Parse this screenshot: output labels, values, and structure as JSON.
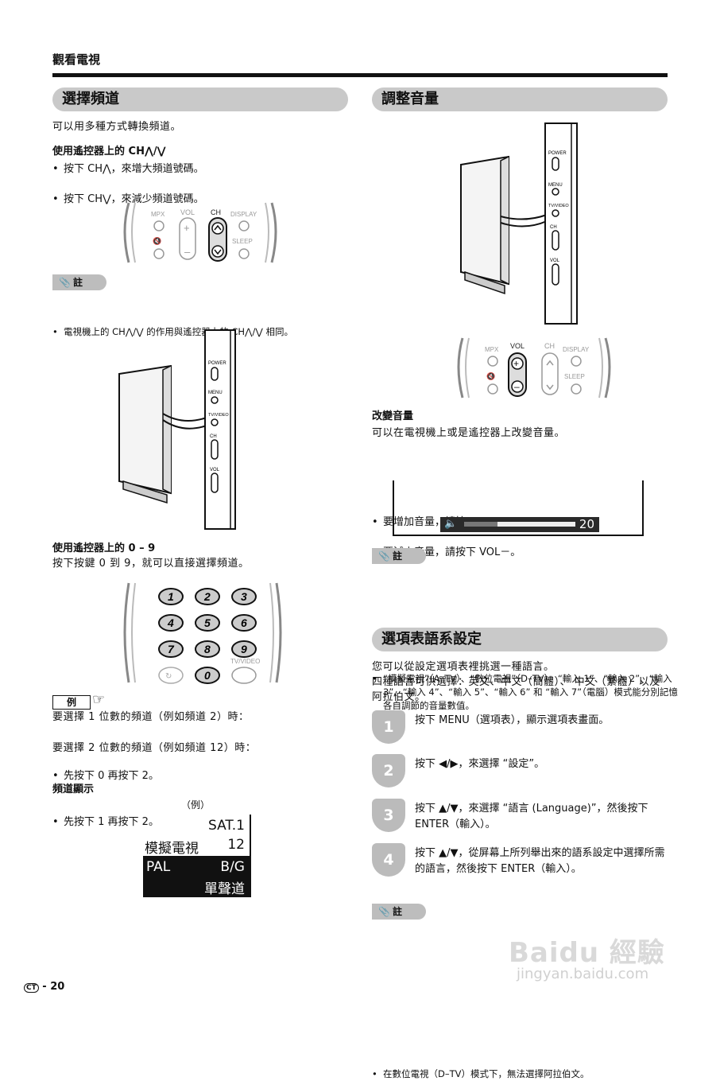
{
  "page": {
    "running_title": "觀看電視",
    "page_number": "20",
    "page_prefix": "CT",
    "watermark_brand": "Baidu 經驗",
    "watermark_url": "jingyan.baidu.com"
  },
  "left": {
    "heading": "選擇頻道",
    "intro": "可以用多種方式轉換頻道。",
    "sub1": "使用遙控器上的 CH⋀/⋁",
    "bullets1": [
      "按下 CH⋀，來增大頻道號碼。",
      "按下 CH⋁，來減少頻道號碼。"
    ],
    "remote1": {
      "mpx": "MPX",
      "vol": "VOL",
      "ch": "CH",
      "display": "DISPLAY",
      "sleep": "SLEEP"
    },
    "note_label": "註",
    "note1": "電視機上的 CH⋀/⋁ 的作用與遙控器上的 CH⋀/⋁ 相同。",
    "tv_side": {
      "power": "POWER",
      "menu": "MENU",
      "tvvideo": "TV/VIDEO",
      "ch": "CH",
      "vol": "VOL"
    },
    "sub2": "使用遙控器上的 0 – 9",
    "text2": "按下按鍵 0 到 9，就可以直接選擇頻道。",
    "keypad": [
      "1",
      "2",
      "3",
      "4",
      "5",
      "6",
      "7",
      "8",
      "9",
      "0"
    ],
    "keypad_tvvideo": "TV/VIDEO",
    "example_label": "例",
    "example_lines": [
      "要選擇 1 位數的頻道（例如頻道 2）時：",
      "先按下 0 再按下 2。",
      "要選擇 2 位數的頻道（例如頻道 12）時：",
      "先按下 1 再按下 2。"
    ],
    "sub3": "頻道顯示",
    "display_caption": "（例）",
    "display": {
      "sat": "SAT.1",
      "mode": "模擬電視",
      "ch": "12",
      "system": "PAL",
      "band": "B/G",
      "audio": "單聲道"
    }
  },
  "right": {
    "heading1": "調整音量",
    "tv_side": {
      "power": "POWER",
      "menu": "MENU",
      "tvvideo": "TV/VIDEO",
      "ch": "CH",
      "vol": "VOL"
    },
    "remote2": {
      "mpx": "MPX",
      "vol": "VOL",
      "ch": "CH",
      "display": "DISPLAY",
      "sleep": "SLEEP"
    },
    "sub1": "改變音量",
    "text1": "可以在電視機上或是遙控器上改變音量。",
    "bullets1": [
      "要增加音量，請按下 VOL＋。",
      "要減少音量，請按下 VOL－。"
    ],
    "volume_value": "20",
    "volume_level": 0.3,
    "note_label": "註",
    "note1": "“模擬電視”（A–TV）、“數位電視”（D–TV）、“輸入 1”、“輸入 2”、“輸入 3”、“輸入 4”、“輸入 5”、“輸入 6” 和 “輸入 7”（電腦）模式能分別記憶各自調節的音量數值。",
    "heading2": "選項表語系設定",
    "intro2": "您可以從設定選項表裡挑選一種語言。",
    "intro3": "四種語言可供選擇：英文、中文（簡體）、 中文（繁體）以及阿拉伯文。",
    "steps": [
      {
        "num": "1",
        "text": "按下 MENU（選項表），顯示選項表畫面。"
      },
      {
        "num": "2",
        "text": "按下 ◀/▶，來選擇 “設定”。"
      },
      {
        "num": "3",
        "text": "按下 ▲/▼，來選擇 “語言 (Language)”，然後按下 ENTER（輸入）。"
      },
      {
        "num": "4",
        "text": "按下 ▲/▼，從屏幕上所列舉出來的語系設定中選擇所需的語言，然後按下 ENTER（輸入）。"
      }
    ],
    "note2": "在數位電視（D–TV）模式下，無法選擇阿拉伯文。"
  }
}
